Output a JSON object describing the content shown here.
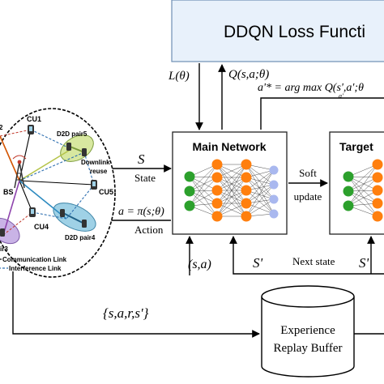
{
  "loss_box": {
    "label": "DDQN Loss Functi"
  },
  "main_network": {
    "label": "Main Network"
  },
  "target_network": {
    "label": "Target"
  },
  "replay_buffer": {
    "line1": "Experience",
    "line2": "Replay Buffer"
  },
  "edges": {
    "loss_theta": "L(θ)",
    "q_value": "Q(s,a;θ)",
    "argmax_action": "a'* = arg max Q(s',a';θ",
    "argmax_sub": "a'",
    "state_symbol": "S",
    "state_label": "State",
    "action_formula": "a = π(s;θ)",
    "action_label": "Action",
    "soft_update_line1": "Soft",
    "soft_update_line2": "update",
    "state_action": "(s,a)",
    "next_state_symbol": "S'",
    "next_state_label": "Next state",
    "next_state_symbol_right": "S'",
    "transition": "{s,a,r,s'}"
  },
  "environment": {
    "labels": {
      "cu1": "CU1",
      "d2d_pair5": "D2D pair5",
      "downlink": "Downlink",
      "reuse": "reuse",
      "cu5": "CU5",
      "bs": "BS",
      "cu4": "CU4",
      "d2d_pair4": "D2D pair4",
      "pair3_partial": "ir3",
      "left_partial": "2"
    },
    "legend": {
      "communication": "Communication Link",
      "interference": "Interference Link"
    }
  },
  "colors": {
    "loss_fill": "#e8f1fb",
    "network_border": "#222222",
    "neuron_green": "#2ca02c",
    "neuron_orange": "#ff7f0e",
    "neuron_lavender": "#a9b8ef",
    "pair5_fill": "#d8e8a0",
    "pair4_fill": "#9fd1e6",
    "pair3_fill": "#c9b3e6"
  }
}
